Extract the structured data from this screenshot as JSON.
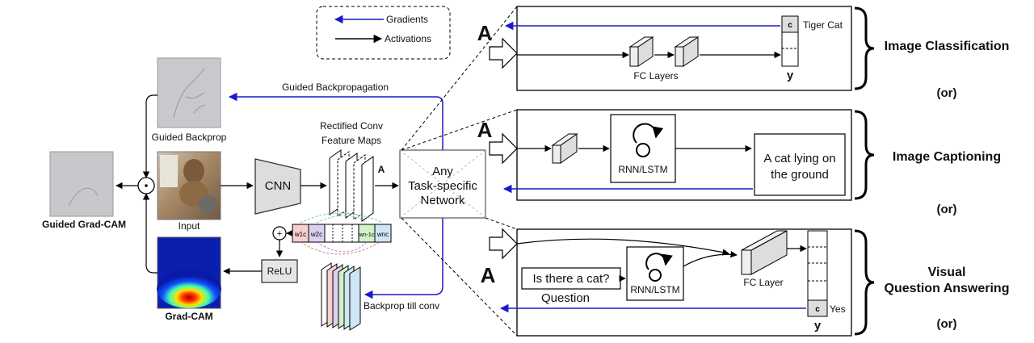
{
  "legend": {
    "gradients": "Gradients",
    "activations": "Activations"
  },
  "left": {
    "guided_backprop": "Guided Backprop",
    "input": "Input",
    "grad_cam": "Grad-CAM",
    "guided_grad_cam": "Guided Grad-CAM",
    "relu": "ReLU",
    "cnn": "CNN",
    "guided_backpropagation": "Guided Backpropagation",
    "rectified_conv_line1": "Rectified Conv",
    "rectified_conv_line2": "Feature Maps",
    "feature_A": "A",
    "backprop_till_conv": "Backprop till conv",
    "weights": [
      "w1c",
      "w2c",
      "wn-1c",
      "wnc"
    ]
  },
  "task_network": {
    "line1": "Any",
    "line2": "Task-specific",
    "line3": "Network"
  },
  "panels": {
    "classification": {
      "A": "A",
      "class_label": "Tiger Cat",
      "c": "c",
      "fc_layers": "FC Layers",
      "y": "y",
      "title": "Image Classification"
    },
    "captioning": {
      "A": "A",
      "rnn": "RNN/LSTM",
      "caption_line1": "A cat lying on",
      "caption_line2": "the ground",
      "title": "Image Captioning"
    },
    "vqa": {
      "A": "A",
      "question": "Is there a cat?",
      "question_label": "Question",
      "rnn": "RNN/LSTM",
      "fc_layer": "FC Layer",
      "c": "c",
      "answer": "Yes",
      "y": "y",
      "title_line1": "Visual",
      "title_line2": "Question Answering"
    }
  },
  "or_labels": [
    "(or)",
    "(or)",
    "(or)"
  ],
  "colors": {
    "gradients": "#1a1acc",
    "activations": "#000000"
  }
}
